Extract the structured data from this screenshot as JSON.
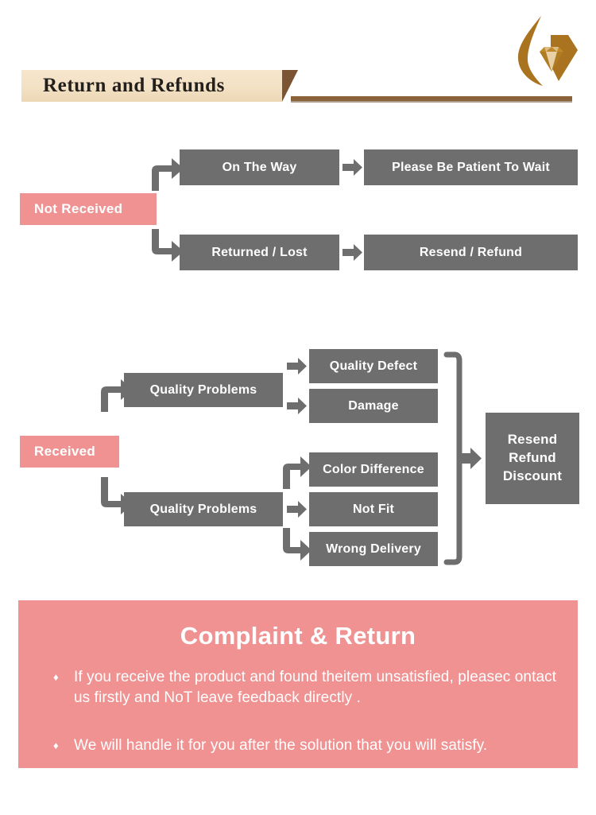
{
  "header": {
    "title": "Return and Refunds",
    "logo_name": "diamond-flame-logo",
    "colors": {
      "banner_bg": "#f3e1c4",
      "tail": "#7b5434",
      "rule": "#8a6239",
      "logo": "#a9731f"
    }
  },
  "flow_not_received": {
    "source_label": "Not Received",
    "branches": [
      {
        "stage": "On The Way",
        "result": "Please Be Patient To Wait"
      },
      {
        "stage": "Returned / Lost",
        "result": "Resend / Refund"
      }
    ]
  },
  "flow_received": {
    "source_label": "Received",
    "groups": [
      {
        "stage": "Quality Problems",
        "reasons": [
          "Quality Defect",
          "Damage"
        ]
      },
      {
        "stage": "Quality Problems",
        "reasons": [
          "Color Difference",
          "Not Fit",
          "Wrong Delivery"
        ]
      }
    ],
    "outcome_lines": [
      "Resend",
      "Refund",
      "Discount"
    ]
  },
  "complaint": {
    "title": "Complaint & Return",
    "bullet_mark": "♦",
    "bullets": [
      "If you receive the product and found theitem unsatisfied, pleasec ontact us firstly and NoT leave feedback directly .",
      "We will handle it for you after the solution that you will satisfy."
    ]
  },
  "colors": {
    "box_gray": "#6e6e6e",
    "accent_pink": "#f09292",
    "text_white": "#ffffff"
  }
}
